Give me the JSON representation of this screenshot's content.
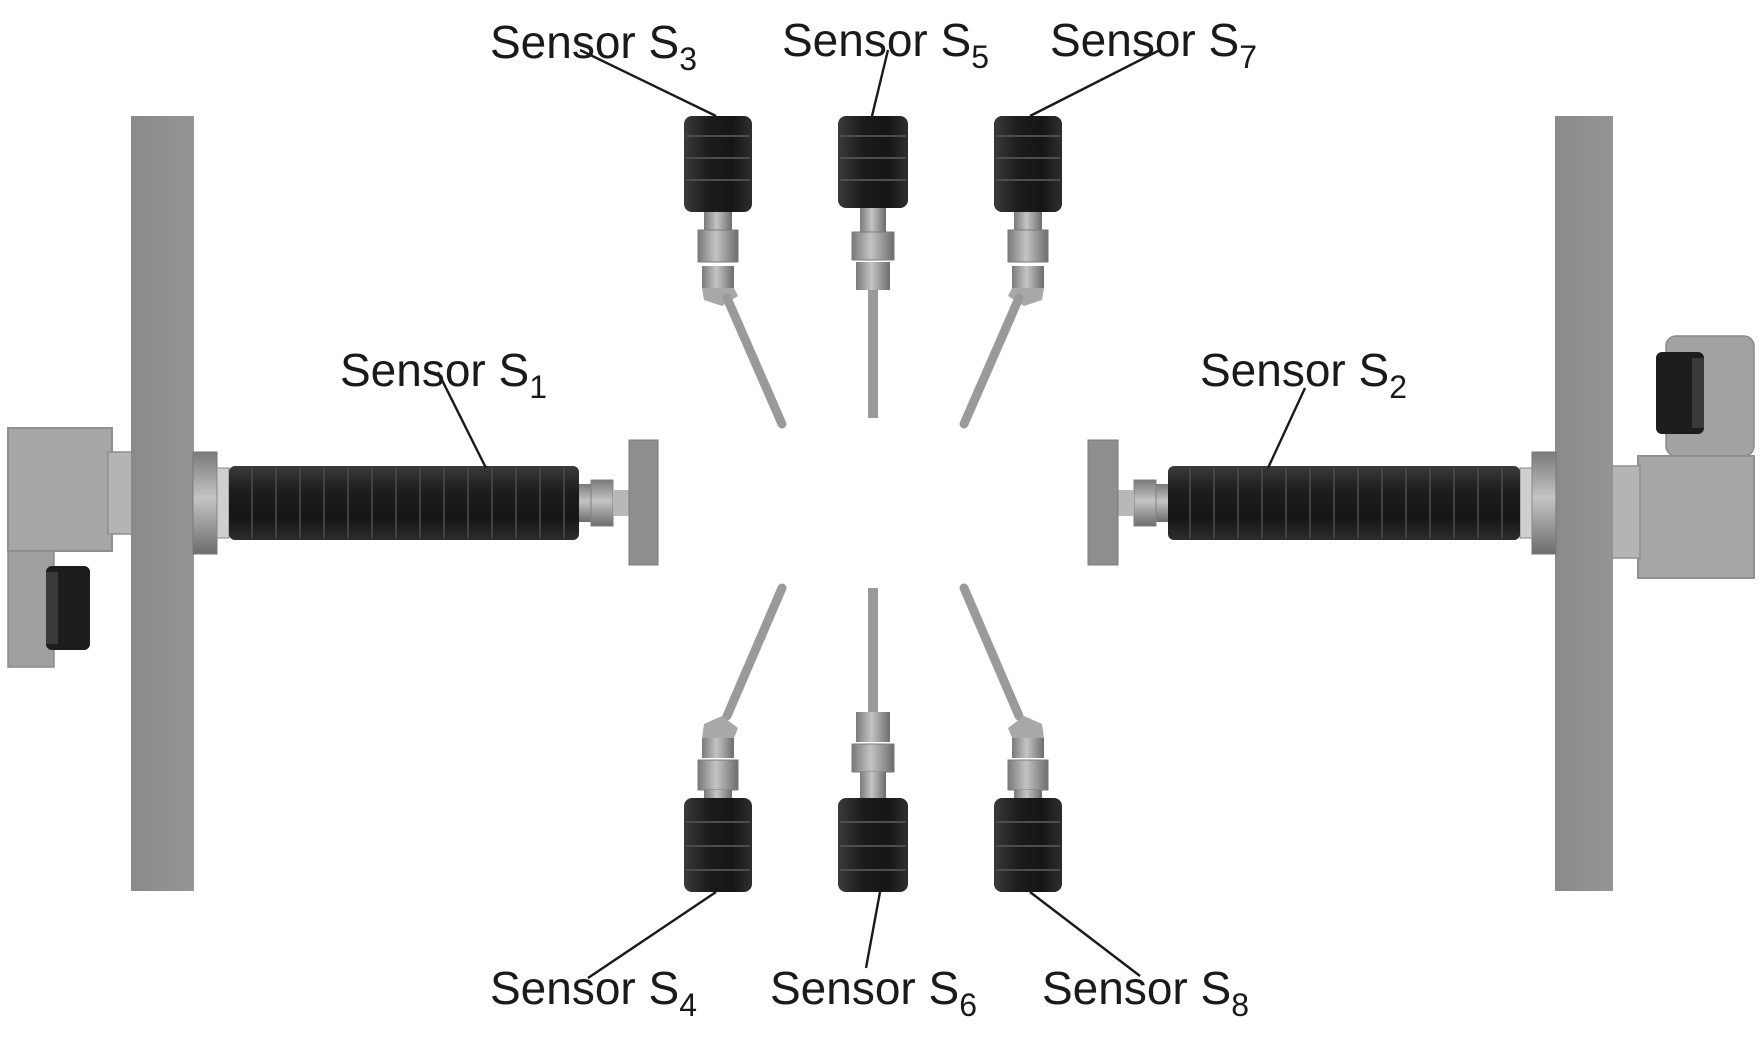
{
  "labels": {
    "s1": {
      "text": "Sensor S",
      "sub": "1"
    },
    "s2": {
      "text": "Sensor S",
      "sub": "2"
    },
    "s3": {
      "text": "Sensor S",
      "sub": "3"
    },
    "s4": {
      "text": "Sensor S",
      "sub": "4"
    },
    "s5": {
      "text": "Sensor S",
      "sub": "5"
    },
    "s6": {
      "text": "Sensor S",
      "sub": "6"
    },
    "s7": {
      "text": "Sensor S",
      "sub": "7"
    },
    "s8": {
      "text": "Sensor S",
      "sub": "8"
    }
  },
  "colors": {
    "frame": "#8c8c8c",
    "housing": "#a9a9a9",
    "sensor_body": "#262626",
    "sensor_rib": "#4a4a4a",
    "probe": "#9a9a9a",
    "leader": "#1a1a1a"
  }
}
